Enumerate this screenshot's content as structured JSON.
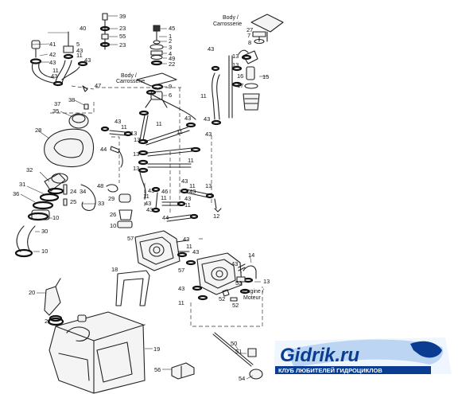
{
  "labels": {
    "body_top": "Body /",
    "body_top2": "Carrosserie",
    "body_mid": "Body /",
    "body_mid2": "Carrosserie",
    "engine": "Engine /",
    "engine2": "Moteur"
  },
  "parts": [
    {
      "id": "c39",
      "num": "39"
    },
    {
      "id": "c23a",
      "num": "23"
    },
    {
      "id": "c55",
      "num": "55"
    },
    {
      "id": "c23b",
      "num": "23"
    },
    {
      "id": "c45",
      "num": "45"
    },
    {
      "id": "c1",
      "num": "1"
    },
    {
      "id": "c2",
      "num": "2"
    },
    {
      "id": "c3",
      "num": "3"
    },
    {
      "id": "c4",
      "num": "4"
    },
    {
      "id": "c49",
      "num": "49"
    },
    {
      "id": "c22",
      "num": "22"
    },
    {
      "id": "c9",
      "num": "9"
    },
    {
      "id": "c6",
      "num": "6"
    },
    {
      "id": "c40",
      "num": "40"
    },
    {
      "id": "c41",
      "num": "41"
    },
    {
      "id": "c5",
      "num": "5"
    },
    {
      "id": "c42",
      "num": "42"
    },
    {
      "id": "c43a",
      "num": "43"
    },
    {
      "id": "c43b",
      "num": "43"
    },
    {
      "id": "c43c",
      "num": "43"
    },
    {
      "id": "c11a",
      "num": "11"
    },
    {
      "id": "c11b",
      "num": "11"
    },
    {
      "id": "c43d",
      "num": "43"
    },
    {
      "id": "c47",
      "num": "47"
    },
    {
      "id": "c38",
      "num": "38"
    },
    {
      "id": "c37",
      "num": "37"
    },
    {
      "id": "c35",
      "num": "35"
    },
    {
      "id": "c28",
      "num": "28"
    },
    {
      "id": "c43e",
      "num": "43"
    },
    {
      "id": "c11c",
      "num": "11"
    },
    {
      "id": "c13a",
      "num": "13"
    },
    {
      "id": "c11d",
      "num": "11"
    },
    {
      "id": "c43f",
      "num": "43"
    },
    {
      "id": "c13b",
      "num": "13"
    },
    {
      "id": "c43g",
      "num": "43"
    },
    {
      "id": "c11e",
      "num": "11"
    },
    {
      "id": "c13c",
      "num": "13"
    },
    {
      "id": "c44a",
      "num": "44"
    },
    {
      "id": "c11f",
      "num": "11"
    },
    {
      "id": "c13d",
      "num": "13"
    },
    {
      "id": "c32",
      "num": "32"
    },
    {
      "id": "c31",
      "num": "31"
    },
    {
      "id": "c36",
      "num": "36"
    },
    {
      "id": "c24",
      "num": "24"
    },
    {
      "id": "c34",
      "num": "34"
    },
    {
      "id": "c25",
      "num": "25"
    },
    {
      "id": "c48",
      "num": "48"
    },
    {
      "id": "c29",
      "num": "29"
    },
    {
      "id": "c33",
      "num": "33"
    },
    {
      "id": "c10a",
      "num": "10"
    },
    {
      "id": "c30",
      "num": "30"
    },
    {
      "id": "c10b",
      "num": "10"
    },
    {
      "id": "c26",
      "num": "26"
    },
    {
      "id": "c10c",
      "num": "10"
    },
    {
      "id": "c43h",
      "num": "43"
    },
    {
      "id": "c11g",
      "num": "11"
    },
    {
      "id": "c46",
      "num": "46"
    },
    {
      "id": "c11h",
      "num": "11"
    },
    {
      "id": "c43i",
      "num": "43"
    },
    {
      "id": "c43j",
      "num": "43"
    },
    {
      "id": "c11i",
      "num": "11"
    },
    {
      "id": "c43k",
      "num": "43"
    },
    {
      "id": "c13e",
      "num": "13"
    },
    {
      "id": "c43l",
      "num": "43"
    },
    {
      "id": "c11j",
      "num": "11"
    },
    {
      "id": "c43m",
      "num": "43"
    },
    {
      "id": "c44b",
      "num": "44"
    },
    {
      "id": "c12",
      "num": "12"
    },
    {
      "id": "c57a",
      "num": "57"
    },
    {
      "id": "c43n",
      "num": "43"
    },
    {
      "id": "c11k",
      "num": "11"
    },
    {
      "id": "c43o",
      "num": "43"
    },
    {
      "id": "c57b",
      "num": "57"
    },
    {
      "id": "c43p",
      "num": "43"
    },
    {
      "id": "c11l",
      "num": "11"
    },
    {
      "id": "c18",
      "num": "18"
    },
    {
      "id": "c20",
      "num": "20"
    },
    {
      "id": "c21",
      "num": "21"
    },
    {
      "id": "c19",
      "num": "19"
    },
    {
      "id": "c56",
      "num": "56"
    },
    {
      "id": "c27",
      "num": "27"
    },
    {
      "id": "c7",
      "num": "7"
    },
    {
      "id": "c8",
      "num": "8"
    },
    {
      "id": "c43q",
      "num": "43"
    },
    {
      "id": "c13f",
      "num": "13"
    },
    {
      "id": "c13g",
      "num": "13"
    },
    {
      "id": "c15",
      "num": "15"
    },
    {
      "id": "c16",
      "num": "16"
    },
    {
      "id": "c17",
      "num": "17"
    },
    {
      "id": "c11m",
      "num": "11"
    },
    {
      "id": "c43r",
      "num": "43"
    },
    {
      "id": "c14",
      "num": "14"
    },
    {
      "id": "c43s",
      "num": "43"
    },
    {
      "id": "c13h",
      "num": "13"
    },
    {
      "id": "c53",
      "num": "53"
    },
    {
      "id": "c52a",
      "num": "52"
    },
    {
      "id": "c52b",
      "num": "52"
    },
    {
      "id": "c50",
      "num": "50"
    },
    {
      "id": "c51",
      "num": "51"
    },
    {
      "id": "c54",
      "num": "54"
    }
  ],
  "logo": {
    "brand": "Gidrik.ru",
    "tagline": "КЛУБ ЛЮБИТЕЛЕЙ ГИДРОЦИКЛОВ",
    "color_primary": "#0a3d91",
    "color_accent": "#1e73d8"
  }
}
